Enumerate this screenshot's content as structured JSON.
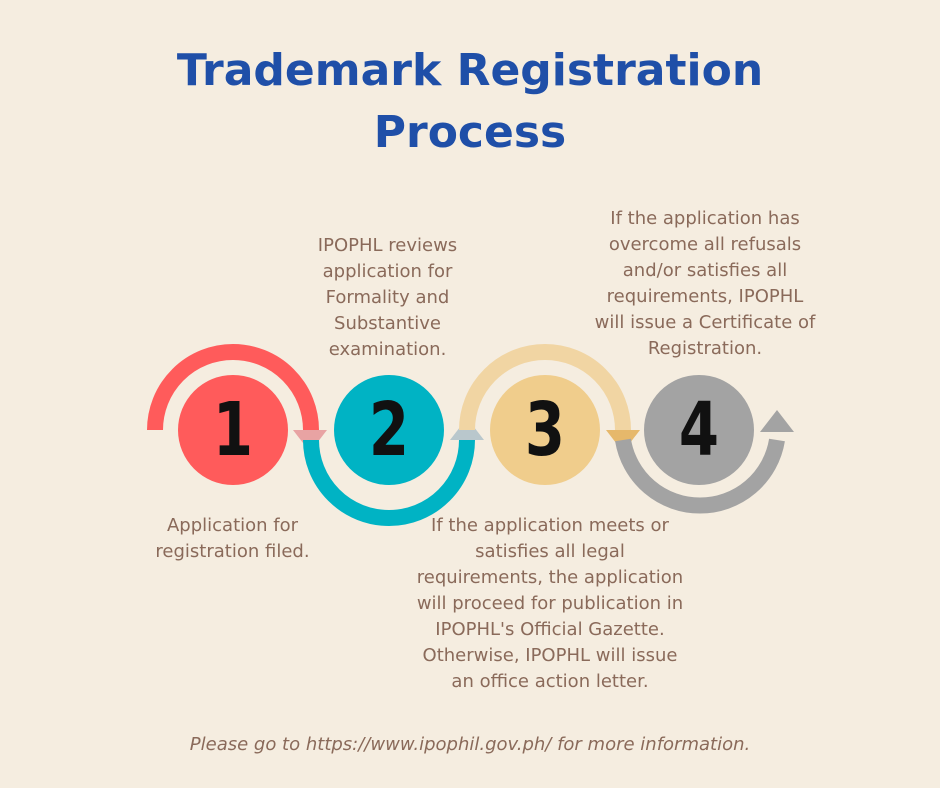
{
  "title_line1": "Trademark Registration",
  "title_line2": "Process",
  "steps": [
    {
      "number": "1",
      "text": "Application for registration filed.",
      "color": "#ff5b5b",
      "arc_color": "#ff5b5b"
    },
    {
      "number": "2",
      "text": "IPOPHL reviews application for Formality and Substantive examination.",
      "color": "#00b3c4",
      "arc_color": "#00b3c4"
    },
    {
      "number": "3",
      "text": "If the application meets or satisfies all legal requirements, the application will proceed for publication in IPOPHL's Official Gazette. Otherwise, IPOPHL will issue an office action letter.",
      "color": "#f0cd8c",
      "arc_color": "#f1d5a3"
    },
    {
      "number": "4",
      "text": "If the application has overcome all refusals and/or satisfies all requirements, IPOPHL will issue a Certificate of Registration.",
      "color": "#a3a3a3",
      "arc_color": "#a3a3a3"
    }
  ],
  "footer": "Please go to https://www.ipophil.gov.ph/ for more information."
}
